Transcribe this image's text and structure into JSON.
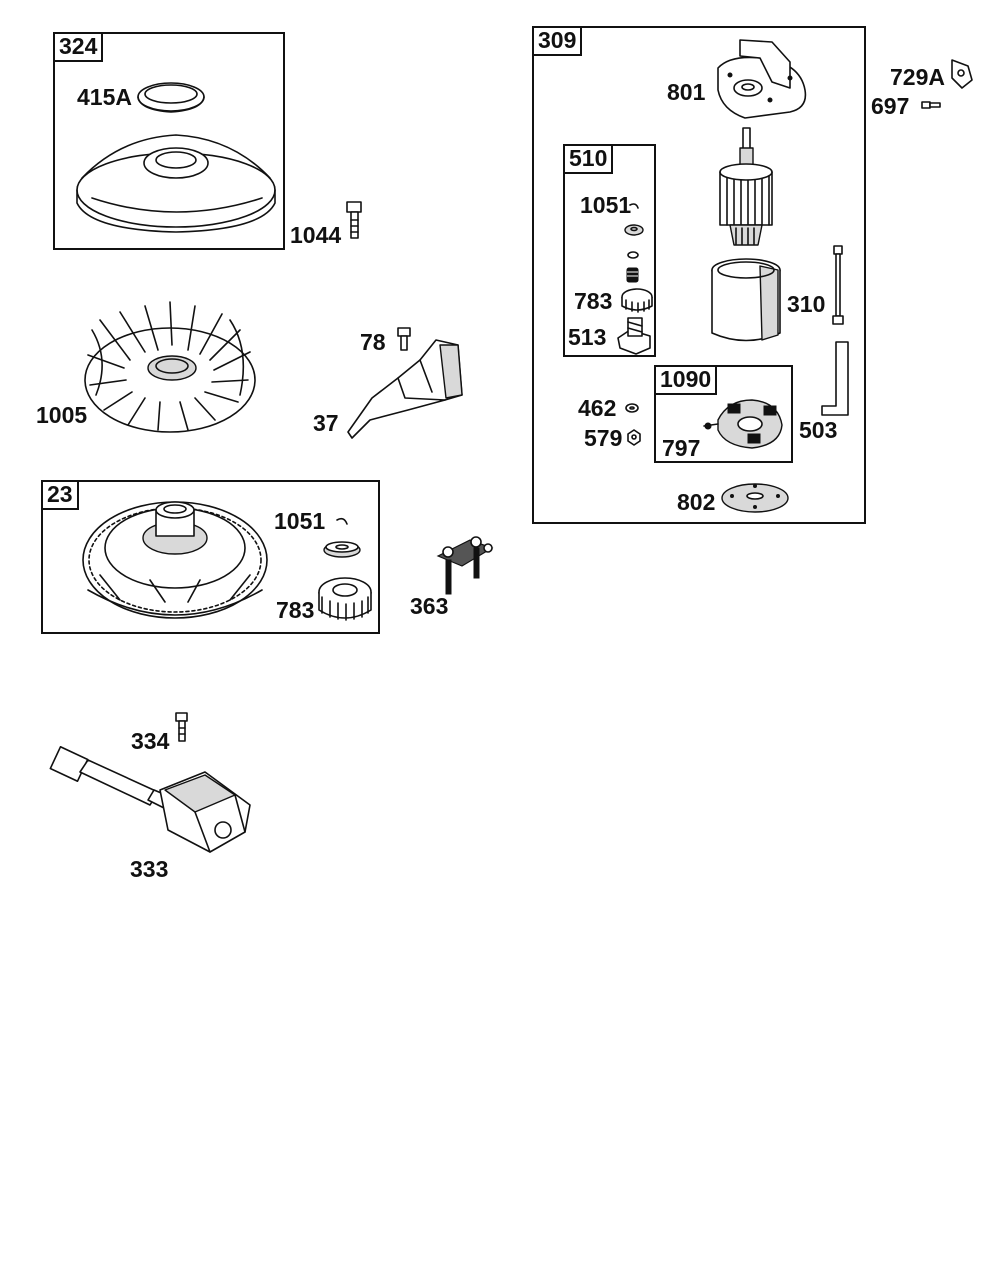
{
  "groups": [
    {
      "id": "324"
    },
    {
      "id": "23"
    },
    {
      "id": "309"
    },
    {
      "id": "510"
    },
    {
      "id": "1090"
    }
  ],
  "callouts": {
    "p324": "324",
    "p415A": "415A",
    "p1044": "1044",
    "p1005": "1005",
    "p78": "78",
    "p37": "37",
    "p23": "23",
    "p1051a": "1051",
    "p783a": "783",
    "p363": "363",
    "p334": "334",
    "p333": "333",
    "p309": "309",
    "p801": "801",
    "p729A": "729A",
    "p697": "697",
    "p510": "510",
    "p1051b": "1051",
    "p783b": "783",
    "p513": "513",
    "p310": "310",
    "p1090": "1090",
    "p462": "462",
    "p579": "579",
    "p797": "797",
    "p503": "503",
    "p802": "802"
  }
}
